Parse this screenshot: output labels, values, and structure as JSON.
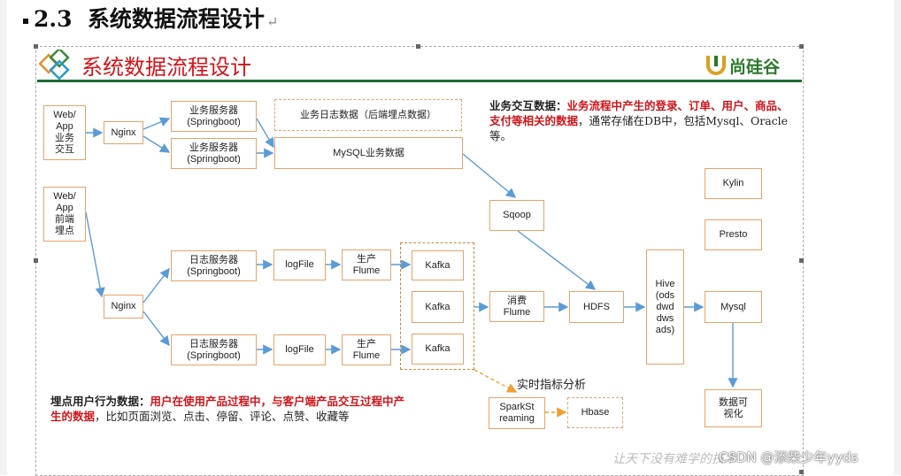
{
  "heading": {
    "number": "2.3",
    "text": "系统数据流程设计"
  },
  "slide": {
    "title": "系统数据流程设计",
    "logo_text": "尚硅谷",
    "colors": {
      "accent_red": "#d0141a",
      "brand_green": "#1f6b33",
      "box_border": "#e8a36a",
      "arrow_blue": "#5b9bd5",
      "arrow_orange": "#f0a030"
    }
  },
  "nodes": {
    "web_app_business": "Web/\nApp\n业务\n交互",
    "web_app_tracking": "Web/\nApp\n前端\n埋点",
    "nginx_top": "Nginx",
    "nginx_bottom": "Nginx",
    "biz_server_1": "业务服务器\n(Springboot)",
    "biz_server_2": "业务服务器\n(Springboot)",
    "log_data_tracking": "业务日志数据（后端埋点数据）",
    "mysql_business": "MySQL业务数据",
    "log_server_1": "日志服务器\n(Springboot)",
    "log_server_2": "日志服务器\n(Springboot)",
    "logfile_1": "logFile",
    "logfile_2": "logFile",
    "flume_prod_1": "生产\nFlume",
    "flume_prod_2": "生产\nFlume",
    "kafka_1": "Kafka",
    "kafka_2": "Kafka",
    "kafka_3": "Kafka",
    "sqoop": "Sqoop",
    "flume_consume": "消费\nFlume",
    "hdfs": "HDFS",
    "hive": "Hive\n(ods\ndwd\ndws\nads)",
    "kylin": "Kylin",
    "presto": "Presto",
    "mysql_out": "Mysql",
    "visualization": "数据可\n视化",
    "spark_streaming": "SparkSt\nreaming",
    "hbase": "Hbase"
  },
  "labels": {
    "realtime": "实时指标分析"
  },
  "notes": {
    "business": {
      "key": "业务交互数据：",
      "red": "业务流程中产生的登录、订单、用户、商品、支付等相关的数据",
      "rest": "，通常存储在DB中，包括Mysql、Oracle等。"
    },
    "tracking": {
      "key": "埋点用户行为数据：",
      "red": "用户在使用产品过程中，与客户端产品交互过程中产生的数据",
      "rest": "，比如页面浏览、点击、停留、评论、点赞、收藏等"
    }
  },
  "watermark": {
    "faint": "让天下没有难学的技术",
    "csdn": "CSDN @添柴少年yyds"
  }
}
